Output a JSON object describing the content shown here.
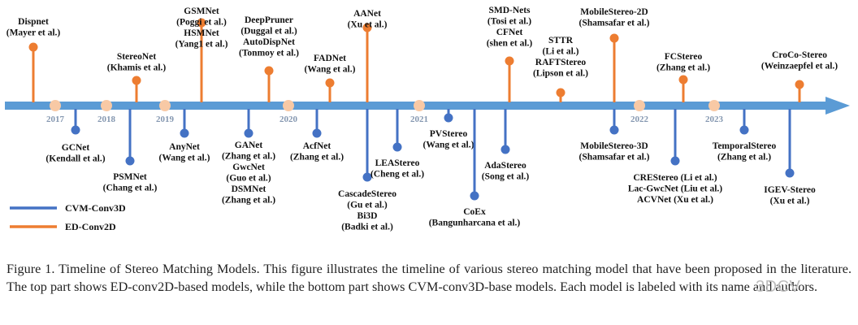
{
  "colors": {
    "axis": "#5b9bd5",
    "year_marker": "#f8c9a5",
    "year_label": "#8497b0",
    "cvm": "#4472c4",
    "ed": "#ed7d31",
    "label": "#111111"
  },
  "years": [
    "2017",
    "2018",
    "2019",
    "2020",
    "2021",
    "2022",
    "2023"
  ],
  "legend": [
    {
      "name": "CVM-Conv3D",
      "group": "cvm"
    },
    {
      "name": "ED-Conv2D",
      "group": "ed"
    }
  ],
  "top_models": [
    {
      "lines": [
        "Dispnet",
        "(Mayer et al.)"
      ]
    },
    {
      "lines": [
        "StereoNet",
        "(Khamis et al.)"
      ]
    },
    {
      "lines": [
        "GSMNet",
        "(Poggi et al.)",
        "HSMNet",
        "(Yang1 et al.)"
      ]
    },
    {
      "lines": [
        "DeepPruner",
        "(Duggal et al.)",
        "AutoDispNet",
        "(Tonmoy et al.)"
      ]
    },
    {
      "lines": [
        "FADNet",
        "(Wang et al.)"
      ]
    },
    {
      "lines": [
        "AANet",
        "(Xu et al.)"
      ]
    },
    {
      "lines": [
        "SMD-Nets",
        "(Tosi et al.)",
        "CFNet",
        "(shen et al.)"
      ]
    },
    {
      "lines": [
        "STTR",
        "(Li et al.)",
        "RAFTStereo",
        "(Lipson et al.)"
      ]
    },
    {
      "lines": [
        "MobileStereo-2D",
        "(Shamsafar et al.)"
      ]
    },
    {
      "lines": [
        "FCStereo",
        "(Zhang et al.)"
      ]
    },
    {
      "lines": [
        "CroCo-Stereo",
        "(Weinzaepfel et al.)"
      ]
    }
  ],
  "bottom_models": [
    {
      "lines": [
        "GCNet",
        "(Kendall et al.)"
      ]
    },
    {
      "lines": [
        "PSMNet",
        "(Chang et al.)"
      ]
    },
    {
      "lines": [
        "AnyNet",
        "(Wang et al.)"
      ]
    },
    {
      "lines": [
        "GANet",
        "(Zhang et al.)",
        "GwcNet",
        "(Guo et al.)",
        "DSMNet",
        "(Zhang et al.)"
      ]
    },
    {
      "lines": [
        "AcfNet",
        "(Zhang et al.)"
      ]
    },
    {
      "lines": [
        "CascadeStereo",
        "(Gu et al.)",
        "Bi3D",
        "(Badki et al.)"
      ]
    },
    {
      "lines": [
        "LEAStereo",
        "(Cheng et al.)"
      ]
    },
    {
      "lines": [
        "PVStereo",
        "(Wang et al.)"
      ]
    },
    {
      "lines": [
        "CoEx",
        "(Bangunharcana et al.)"
      ]
    },
    {
      "lines": [
        "AdaStereo",
        "(Song et al.)"
      ]
    },
    {
      "lines": [
        "MobileStereo-3D",
        "(Shamsafar et al.)"
      ]
    },
    {
      "lines": [
        "CREStereo (Li et al.)",
        "Lac-GwcNet (Liu et al.)",
        "ACVNet (Xu et al.)"
      ]
    },
    {
      "lines": [
        "TemporalStereo",
        "(Zhang et al.)"
      ]
    },
    {
      "lines": [
        "IGEV-Stereo",
        "(Xu et al.)"
      ]
    }
  ],
  "caption": "Figure 1.  Timeline of Stereo Matching Models.  This figure illustrates the timeline of various stereo matching model  that have been proposed in the literature. The top part shows ED-conv2D-based models, while the bottom part shows CVM-conv3D-base  models. Each model is labeled with its name and authors.",
  "watermark": "3DCV"
}
